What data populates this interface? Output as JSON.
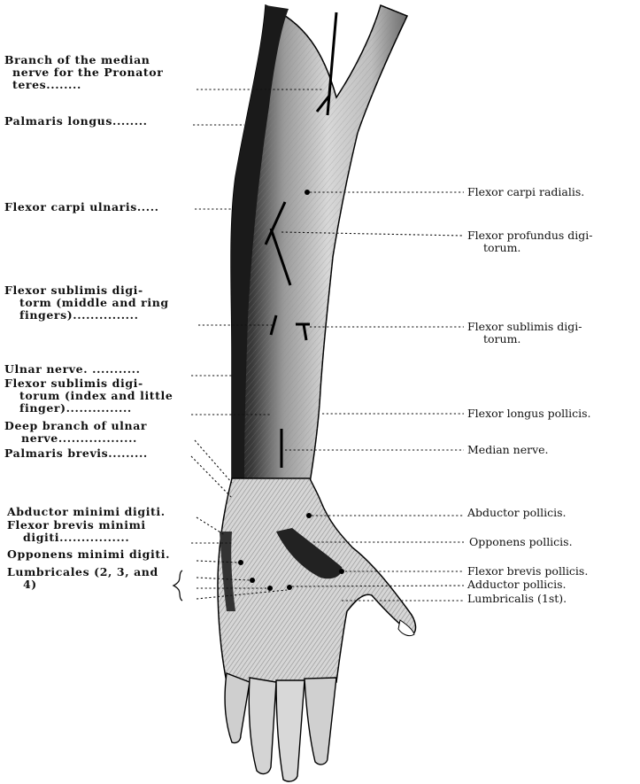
{
  "left_labels": [
    {
      "id": "median-branch",
      "lines": [
        "Branch of the median",
        "nerve for the Pronator",
        "teres........"
      ]
    },
    {
      "id": "palmaris-longus",
      "lines": [
        "Palmaris longus........"
      ]
    },
    {
      "id": "flexor-carpi-ulnaris",
      "lines": [
        "Flexor carpi ulnaris....."
      ]
    },
    {
      "id": "flexor-sublimis-middle-ring",
      "lines": [
        "Flexor sublimis digi-",
        "torm (middle and ring",
        "fingers)..............."
      ]
    },
    {
      "id": "ulnar-nerve",
      "lines": [
        "Ulnar nerve. ..........."
      ]
    },
    {
      "id": "flexor-sublimis-index-little",
      "lines": [
        "Flexor sublimis digi-",
        "torum (index and little",
        "finger)..............."
      ]
    },
    {
      "id": "deep-branch-ulnar",
      "lines": [
        "Deep branch of ulnar",
        "nerve.................."
      ]
    },
    {
      "id": "palmaris-brevis",
      "lines": [
        "Palmaris brevis........."
      ]
    },
    {
      "id": "abductor-minimi",
      "lines": [
        "Abductor minimi digiti."
      ]
    },
    {
      "id": "flexor-brevis-minimi",
      "lines": [
        "Flexor brevis minimi",
        "digiti................"
      ]
    },
    {
      "id": "opponens-minimi",
      "lines": [
        "Opponens minimi digiti."
      ]
    },
    {
      "id": "lumbricales",
      "lines": [
        "Lumbricales (2, 3, and",
        "4)"
      ]
    }
  ],
  "right_labels": [
    {
      "id": "flexor-carpi-radialis",
      "lines": [
        "Flexor carpi radialis."
      ]
    },
    {
      "id": "flexor-profundus",
      "lines": [
        "Flexor profundus digi-",
        "torum."
      ]
    },
    {
      "id": "flexor-sublimis-right",
      "lines": [
        "Flexor sublimis digi-",
        "torum."
      ]
    },
    {
      "id": "flexor-longus-pollicis",
      "lines": [
        "Flexor longus pollicis."
      ]
    },
    {
      "id": "median-nerve",
      "lines": [
        "Median nerve."
      ]
    },
    {
      "id": "abductor-pollicis",
      "lines": [
        "Abductor pollicis."
      ]
    },
    {
      "id": "opponens-pollicis",
      "lines": [
        "Opponens pollicis."
      ]
    },
    {
      "id": "flexor-brevis-pollicis",
      "lines": [
        "Flexor brevis pollicis."
      ]
    },
    {
      "id": "adductor-pollicis",
      "lines": [
        "Adductor pollicis."
      ]
    },
    {
      "id": "lumbricalis-1st",
      "lines": [
        "Lumbricalis (1st)."
      ]
    }
  ],
  "colors": {
    "ink": "#111111",
    "skin_shade": "#8c8c8c",
    "background": "#ffffff"
  },
  "style": "engraving, black ink on white"
}
